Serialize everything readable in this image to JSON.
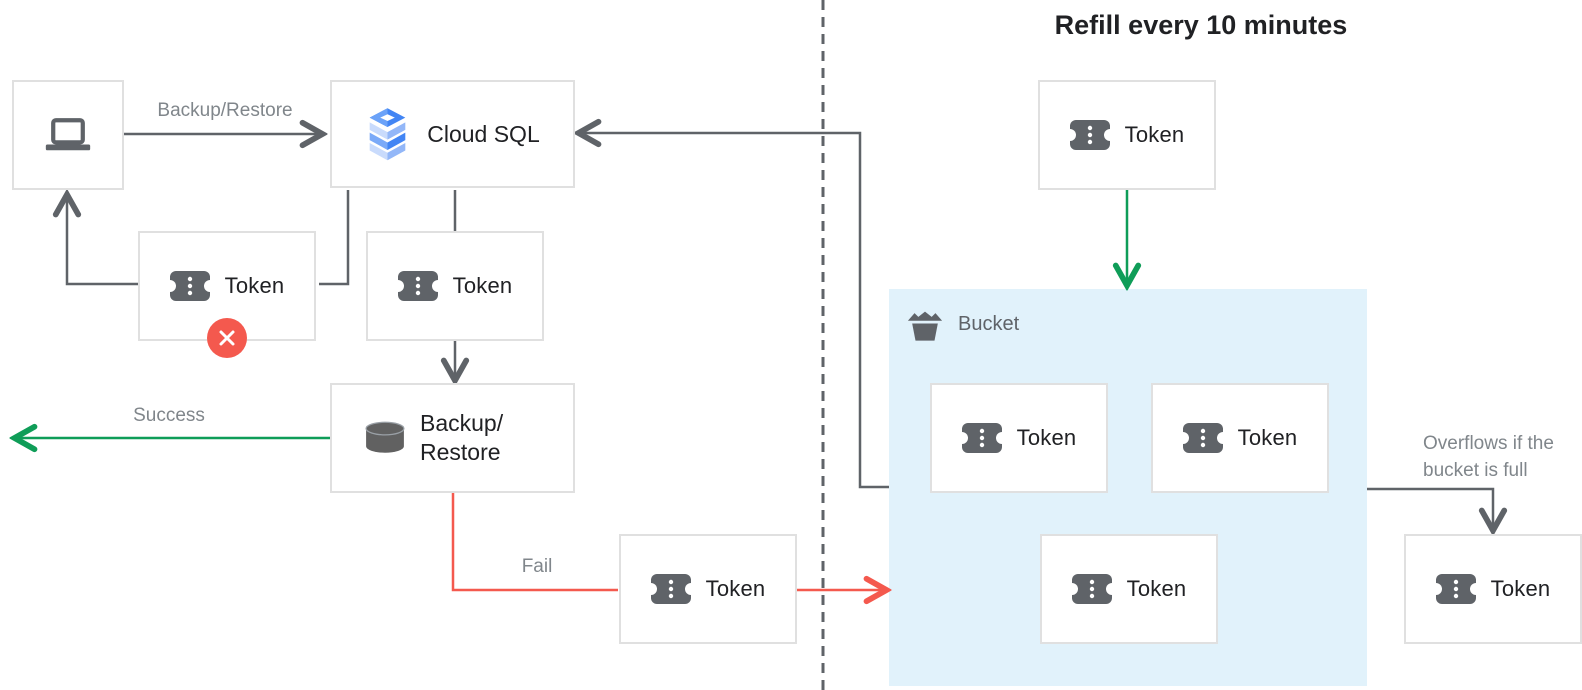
{
  "title": "Refill every 10 minutes",
  "nodes": {
    "cloud_sql": {
      "label": "Cloud SQL"
    },
    "backup_restore": {
      "label_line1": "Backup/",
      "label_line2": "Restore"
    },
    "token": {
      "label": "Token"
    },
    "bucket": {
      "label": "Bucket"
    }
  },
  "edge_labels": {
    "backup_restore": "Backup/Restore",
    "success": "Success",
    "fail": "Fail",
    "overflow_line1": "Overflows if the",
    "overflow_line2": "bucket is full"
  },
  "colors": {
    "connector_gray": "#5f6368",
    "success_green": "#0f9d58",
    "fail_red": "#f4594e",
    "bucket_fill": "#e1f2fb",
    "box_border": "#e0e0e0",
    "dark_text": "#202124",
    "muted_text": "#80868b",
    "icon_gray": "#5f6368",
    "cloud_sql_blue": "#4285f4",
    "cloud_sql_blue_light": "#aecbfa"
  }
}
